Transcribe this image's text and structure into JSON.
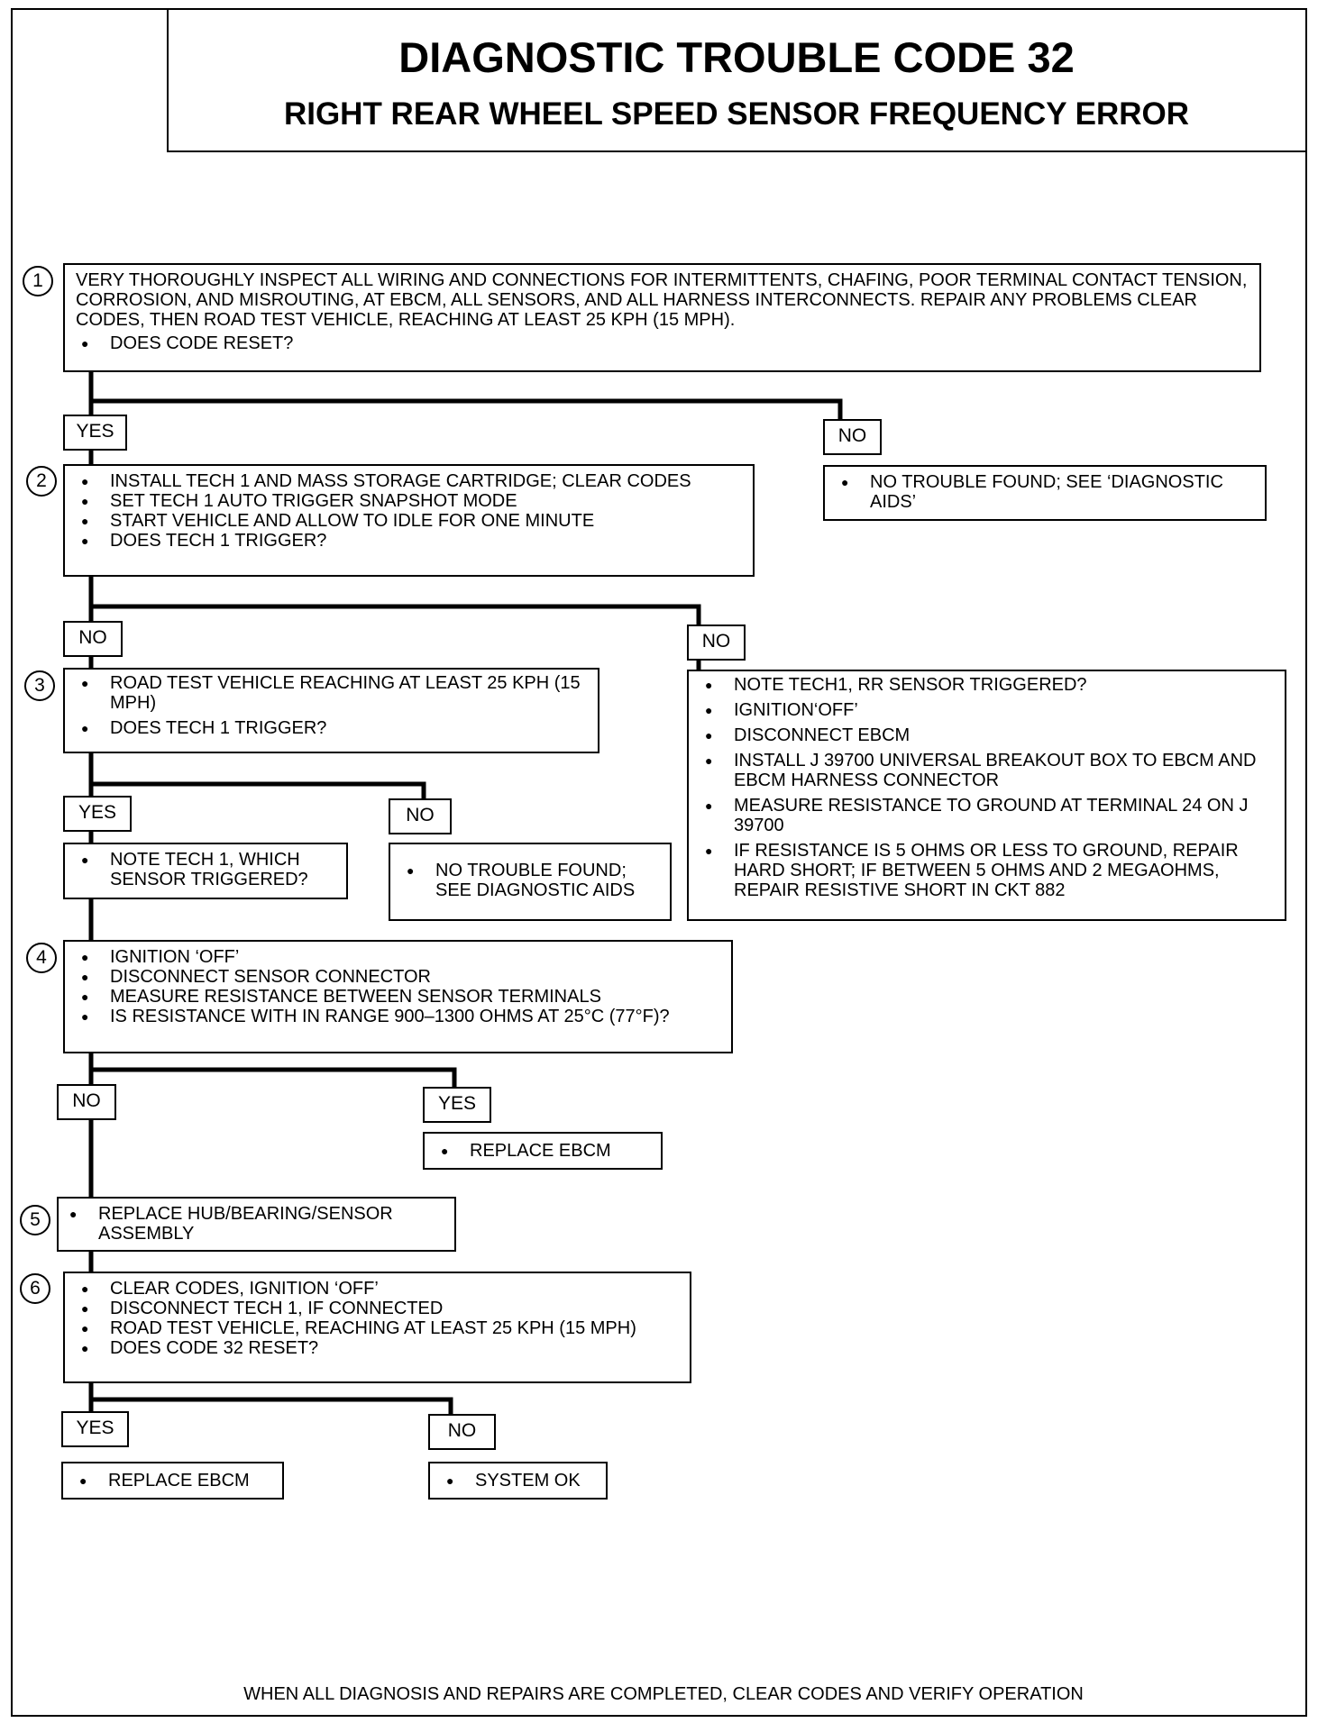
{
  "title": "DIAGNOSTIC TROUBLE CODE 32",
  "subtitle": "RIGHT REAR WHEEL SPEED SENSOR FREQUENCY ERROR",
  "footer": "WHEN ALL DIAGNOSIS AND REPAIRS ARE COMPLETED, CLEAR CODES AND VERIFY OPERATION",
  "steps": {
    "s1": {
      "number": "1",
      "text": "VERY THOROUGHLY INSPECT ALL WIRING AND CONNECTIONS FOR INTERMITTENTS, CHAFING, POOR TERMINAL CONTACT TENSION, CORROSION, AND MISROUTING, AT EBCM, ALL SENSORS, AND ALL HARNESS INTERCONNECTS.  REPAIR ANY PROBLEMS CLEAR CODES, THEN ROAD TEST VEHICLE, REACHING AT LEAST 25 KPH (15 MPH).",
      "items": [
        "DOES CODE RESET?"
      ]
    },
    "s2": {
      "number": "2",
      "items": [
        "INSTALL TECH 1 AND MASS STORAGE CARTRIDGE; CLEAR CODES",
        "SET TECH 1 AUTO TRIGGER SNAPSHOT MODE",
        "START VEHICLE AND ALLOW TO IDLE FOR ONE MINUTE",
        "DOES TECH 1 TRIGGER?"
      ]
    },
    "s3": {
      "number": "3",
      "items": [
        "ROAD TEST VEHICLE REACHING AT LEAST 25 KPH (15 MPH)",
        "DOES TECH 1 TRIGGER?"
      ]
    },
    "s4": {
      "number": "4",
      "items": [
        "IGNITION ‘OFF’",
        "DISCONNECT SENSOR CONNECTOR",
        "MEASURE RESISTANCE BETWEEN SENSOR TERMINALS",
        "IS RESISTANCE WITH IN RANGE 900–1300 OHMS AT 25°C (77°F)?"
      ]
    },
    "s5": {
      "number": "5",
      "items": [
        "REPLACE  HUB/BEARING/SENSOR ASSEMBLY"
      ]
    },
    "s6": {
      "number": "6",
      "items": [
        "CLEAR CODES, IGNITION ‘OFF’",
        "DISCONNECT TECH 1, IF CONNECTED",
        "ROAD TEST VEHICLE, REACHING AT LEAST 25 KPH (15 MPH)",
        "DOES CODE 32 RESET?"
      ]
    }
  },
  "outcomes": {
    "o1_no": [
      "NO TROUBLE FOUND; SEE ‘DIAGNOSTIC AIDS’"
    ],
    "o2_no": [
      "NOTE TECH1, RR SENSOR TRIGGERED?",
      "IGNITION‘OFF’",
      "DISCONNECT EBCM",
      "INSTALL J 39700 UNIVERSAL BREAKOUT BOX TO EBCM AND EBCM HARNESS CONNECTOR",
      "MEASURE RESISTANCE TO GROUND AT TERMINAL 24 ON J  39700",
      "IF RESISTANCE IS 5 OHMS OR LESS TO GROUND, REPAIR HARD SHORT; IF BETWEEN 5 OHMS AND 2 MEGAOHMS, REPAIR RESISTIVE SHORT IN CKT 882"
    ],
    "o3_yes": [
      "NOTE TECH  1, WHICH SENSOR TRIGGERED?"
    ],
    "o3_no": [
      "NO TROUBLE FOUND; SEE DIAGNOSTIC AIDS"
    ],
    "o4_yes": [
      "REPLACE  EBCM"
    ],
    "o6_yes": [
      "REPLACE EBCM"
    ],
    "o6_no": [
      "SYSTEM  OK"
    ]
  },
  "labels": {
    "yes": "YES",
    "no": "NO"
  }
}
